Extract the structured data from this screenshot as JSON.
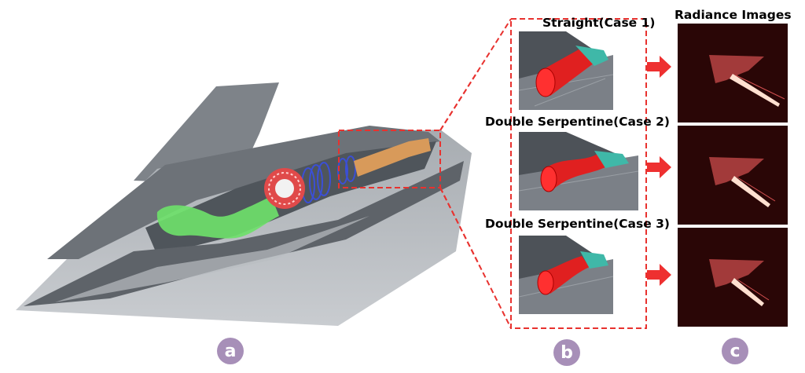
{
  "panel_labels": {
    "a": "a",
    "b": "b",
    "c": "c"
  },
  "cases": [
    {
      "title": "Straight(Case 1)",
      "shape": "straight"
    },
    {
      "title": "Double Serpentine(Case 2)",
      "shape": "serpentine"
    },
    {
      "title": "Double Serpentine(Case 3)",
      "shape": "serpentine-2"
    }
  ],
  "radiance_title": "Radiance Images",
  "colors": {
    "fuselage": "#8e9196",
    "intake": "#6ee06a",
    "engine_fan": "#e04a4a",
    "engine_coils": "#3b4fd6",
    "nozzle_duct": "#e23030",
    "nozzle_tip": "#3fb8a8",
    "dashed_box": "#e8322f",
    "arrow": "#ee3030",
    "radiance_bg": "#2a0606",
    "label_circle": "#a78fb8"
  },
  "icons": [
    "aircraft-cutaway-image",
    "nozzle-model-image",
    "radiance-image",
    "arrow-right-icon"
  ]
}
